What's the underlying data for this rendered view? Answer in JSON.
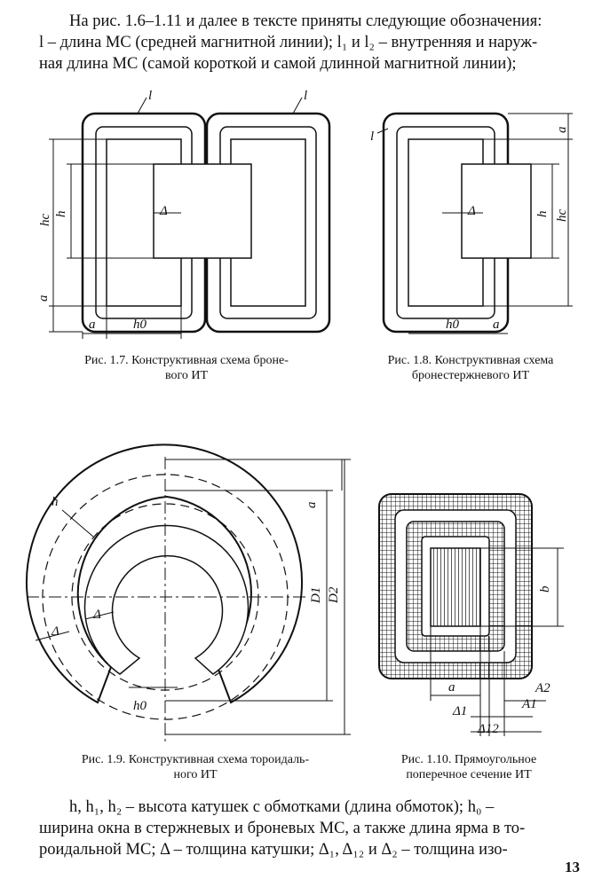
{
  "top_text": {
    "line1": "На рис. 1.6–1.11 и далее в тексте приняты следующие обозначения:",
    "line2": "l – длина МС (средней магнитной линии); l₁ и l₂ – внутренняя и наруж-",
    "line3": "ная длина МС (самой короткой и самой длинной магнитной линии);"
  },
  "figures": {
    "fig17": {
      "caption_line1": "Рис. 1.7. Конструктивная схема броне-",
      "caption_line2": "вого ИТ",
      "labels": {
        "l_left": "l",
        "l_right": "l",
        "hc": "hc",
        "h": "h",
        "delta": "Δ",
        "a_side": "a",
        "a_bottom": "a",
        "h0": "h0"
      }
    },
    "fig18": {
      "caption_line1": "Рис. 1.8. Конструктивная схема",
      "caption_line2": "бронестержневого ИТ",
      "labels": {
        "l": "l",
        "a_top": "a",
        "h": "h",
        "hc": "hc",
        "delta": "Δ",
        "h0": "h0",
        "a_bottom": "a"
      }
    },
    "fig19": {
      "caption_line1": "Рис. 1.9. Конструктивная схема тороидаль-",
      "caption_line2": "ного ИТ",
      "labels": {
        "h": "h",
        "a": "a",
        "D1": "D1",
        "D2": "D2",
        "delta1": "Δ",
        "delta2": "Δ",
        "h0": "h0"
      }
    },
    "fig110": {
      "caption_line1": "Рис. 1.10. Прямоугольное",
      "caption_line2": "поперечное сечение ИТ",
      "labels": {
        "b": "b",
        "a": "a",
        "A2": "A2",
        "A1": "A1",
        "delta1": "Δ1",
        "delta12": "Δ12"
      }
    }
  },
  "bottom_text": {
    "line1": "h, h₁, h₂ – высота катушек с обмотками (длина обмоток); h₀ –",
    "line2": "ширина окна в стержневых и броневых МС, а также длина ярма в то-",
    "line3": "роидальной МС; Δ – толщина катушки; Δ₁, Δ₁₂ и Δ₂ – толщина изо-"
  },
  "page_number": "13"
}
